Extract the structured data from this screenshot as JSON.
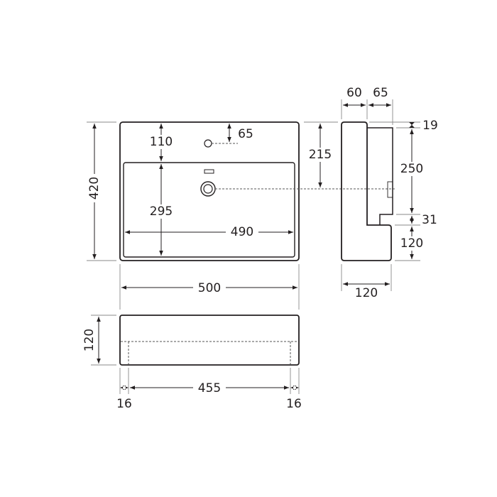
{
  "top_view": {
    "height": "420",
    "front_depth": "110",
    "tap_offset": "65",
    "basin_depth": "295",
    "basin_width": "490",
    "overall_width": "500",
    "waste_height": "215"
  },
  "side_view": {
    "back_depth": "60",
    "bowl_depth": "65",
    "top_step": "19",
    "bowl_height": "250",
    "step": "31",
    "base_height": "120",
    "base_depth": "120"
  },
  "front_view": {
    "height": "120",
    "inner_width": "455",
    "left_wall": "16",
    "right_wall": "16"
  }
}
